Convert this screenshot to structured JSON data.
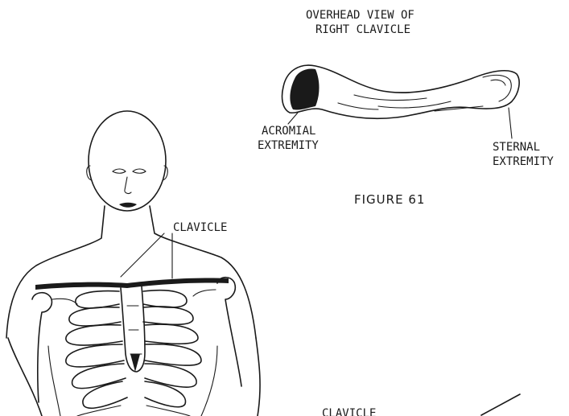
{
  "diagram": {
    "title_line1": "OVERHEAD VIEW OF",
    "title_line2": "RIGHT CLAVICLE",
    "acromial_line1": "ACROMIAL",
    "acromial_line2": "EXTREMITY",
    "sternal_line1": "STERNAL",
    "sternal_line2": "EXTREMITY",
    "figure_label": "FIGURE 61",
    "clavicle_label": "CLAVICLE",
    "clavicle_label_bottom": "CLAVICLE"
  },
  "colors": {
    "ink": "#1a1a1a",
    "background": "#ffffff"
  }
}
